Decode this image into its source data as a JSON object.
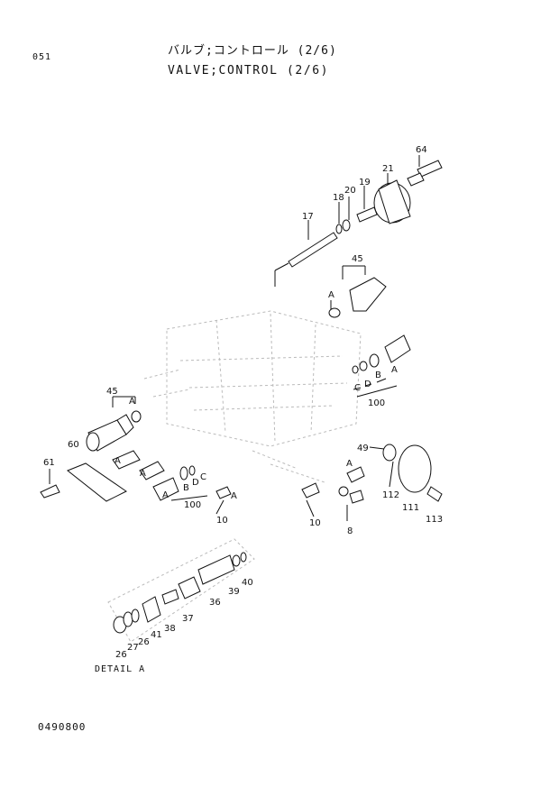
{
  "header": {
    "code": "051",
    "title_jp": "バルブ;コントロール (2/6)",
    "title_en": "VALVE;CONTROL (2/6)"
  },
  "footer": {
    "doc_number": "0490800"
  },
  "detail_label": "DETAIL A",
  "callouts": {
    "p64": "64",
    "p21": "21",
    "p19": "19",
    "p20": "20",
    "p18": "18",
    "p17": "17",
    "p45_top": "45",
    "p45_left": "45",
    "a1": "A",
    "a2": "A",
    "a3": "A",
    "a4": "A",
    "a5": "A",
    "a6": "A",
    "a7": "A",
    "a8": "A",
    "b_right": "B",
    "c_right": "C",
    "d_right": "D",
    "p100_right": "100",
    "p100_left": "100",
    "p49": "49",
    "p60": "60",
    "p61": "61",
    "b_left": "B",
    "c_left": "C",
    "d_left": "D",
    "p10_left": "10",
    "p10_right": "10",
    "p8": "8",
    "p112": "112",
    "p111": "111",
    "p113": "113",
    "p40": "40",
    "p39": "39",
    "p36": "36",
    "p37": "37",
    "p38": "38",
    "p41": "41",
    "p26a": "26",
    "p27": "27",
    "p26b": "26"
  }
}
